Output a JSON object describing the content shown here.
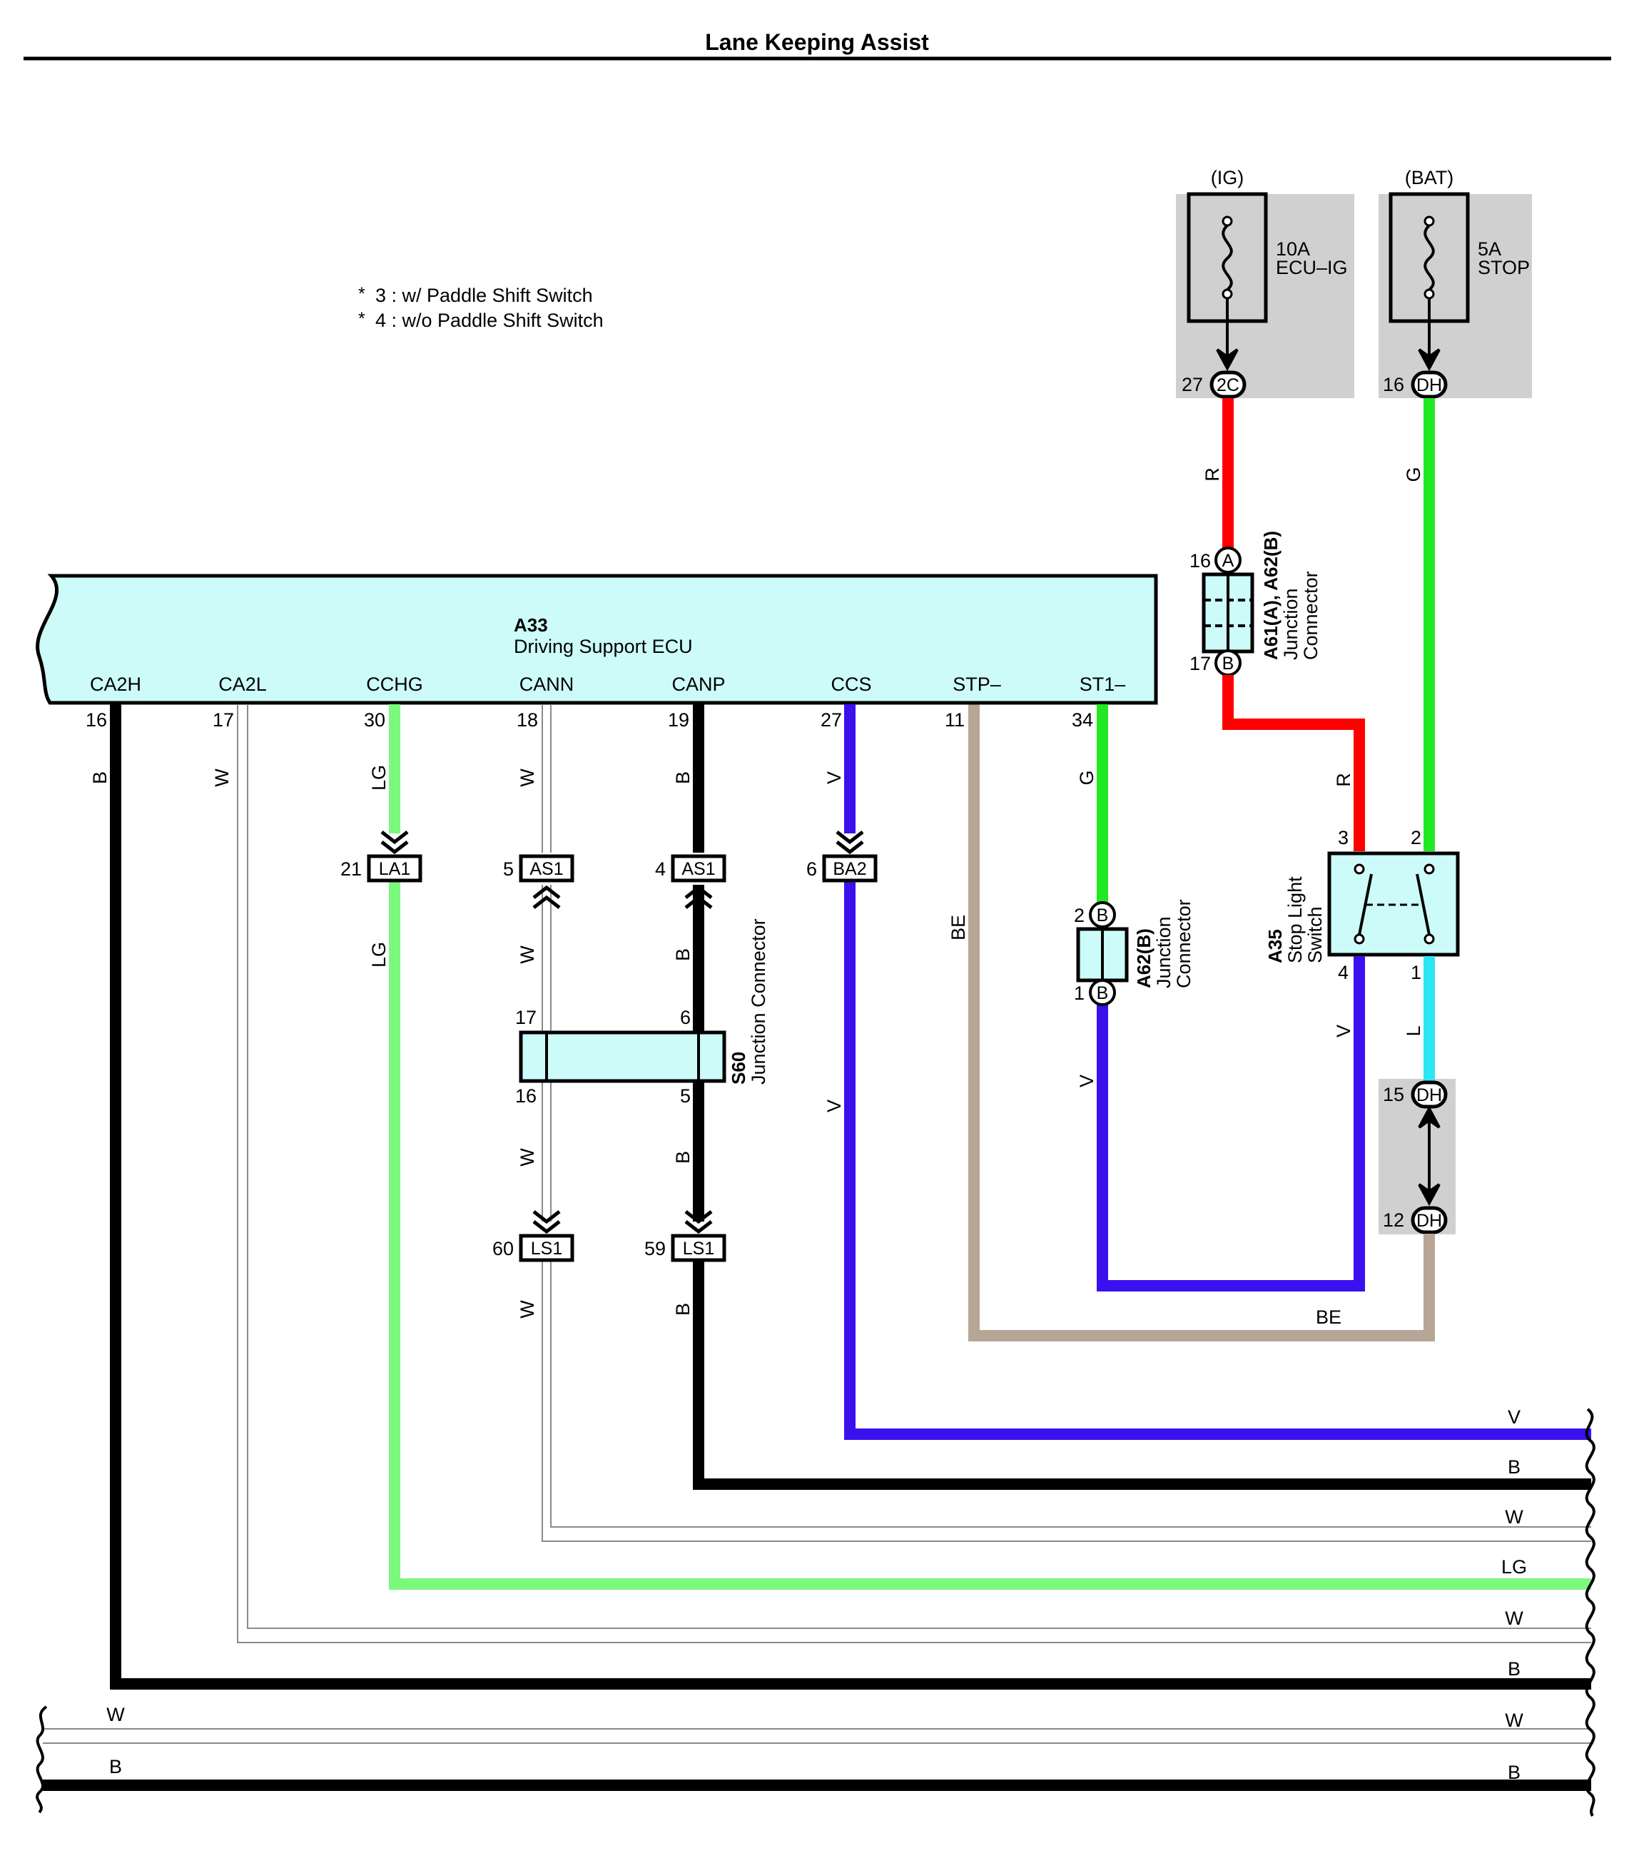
{
  "title": "Lane Keeping Assist",
  "notes": [
    "3 : w/ Paddle Shift Switch",
    "4 : w/o Paddle Shift Switch"
  ],
  "note_marker": "*",
  "ecu": {
    "code": "A33",
    "name": "Driving Support ECU",
    "terminals": [
      {
        "label": "CA2H",
        "pin": "16",
        "wire": "B"
      },
      {
        "label": "CA2L",
        "pin": "17",
        "wire": "W"
      },
      {
        "label": "CCHG",
        "pin": "30",
        "wire": "LG"
      },
      {
        "label": "CANN",
        "pin": "18",
        "wire": "W"
      },
      {
        "label": "CANP",
        "pin": "19",
        "wire": "B"
      },
      {
        "label": "CCS",
        "pin": "27",
        "wire": "V"
      },
      {
        "label": "STP–",
        "pin": "11",
        "wire": "BE"
      },
      {
        "label": "ST1–",
        "pin": "34",
        "wire": "G"
      }
    ]
  },
  "fuses": [
    {
      "source": "(IG)",
      "amp": "10A",
      "name": "ECU–IG",
      "pin": "27",
      "connector": "2C",
      "wire": "R"
    },
    {
      "source": "(BAT)",
      "amp": "5A",
      "name": "STOP",
      "pin": "16",
      "connector": "DH",
      "wire": "G"
    }
  ],
  "junction_a61": {
    "code": "A61(A), A62(B)",
    "name1": "Junction",
    "name2": "Connector",
    "top_pin": "16",
    "top_conn": "A",
    "bottom_pin": "17",
    "bottom_conn": "B",
    "wire_out": "R"
  },
  "junction_a62": {
    "code": "A62(B)",
    "name1": "Junction",
    "name2": "Connector",
    "top_pin": "2",
    "top_conn": "B",
    "bottom_pin": "1",
    "bottom_conn": "B",
    "wire_out": "V"
  },
  "switch_a35": {
    "code": "A35",
    "name1": "Stop Light",
    "name2": "Switch",
    "pins": [
      "3",
      "2",
      "4",
      "1"
    ],
    "wire_in_left": "R",
    "wire_out_left": "V",
    "wire_out_right": "L"
  },
  "dh_connectors": {
    "upper_pin": "15",
    "lower_pin": "12",
    "label": "DH"
  },
  "inline_connectors": [
    {
      "pin": "21",
      "label": "LA1",
      "wire_below": "LG"
    },
    {
      "pin": "5",
      "label": "AS1",
      "wire_below": "W"
    },
    {
      "pin": "4",
      "label": "AS1",
      "wire_below": "B"
    },
    {
      "pin": "6",
      "label": "BA2",
      "wire_below": "V"
    },
    {
      "pin": "60",
      "label": "LS1",
      "wire_below": "W"
    },
    {
      "pin": "59",
      "label": "LS1",
      "wire_below": "B"
    }
  ],
  "junction_s60": {
    "code": "S60",
    "name": "Junction Connector",
    "pins": [
      "17",
      "6",
      "16",
      "5"
    ],
    "wire_left": "W",
    "wire_right": "B"
  },
  "be_wire_label": "BE",
  "ecu_wire_label": "BE",
  "right_wire_labels": [
    "V",
    "B",
    "W",
    "LG",
    "W",
    "B",
    "W",
    "B"
  ],
  "bottom_left_labels": [
    "W",
    "B"
  ],
  "colors": {
    "red": "#ff0000",
    "green": "#22e822",
    "light_green": "#7cf87c",
    "violet": "#3a10ee",
    "beige": "#b7a596",
    "cyan": "#2ee6f2",
    "black": "#000000",
    "ecu_fill": "#ccfbfa",
    "fuse_bg": "#d0d0d0"
  }
}
